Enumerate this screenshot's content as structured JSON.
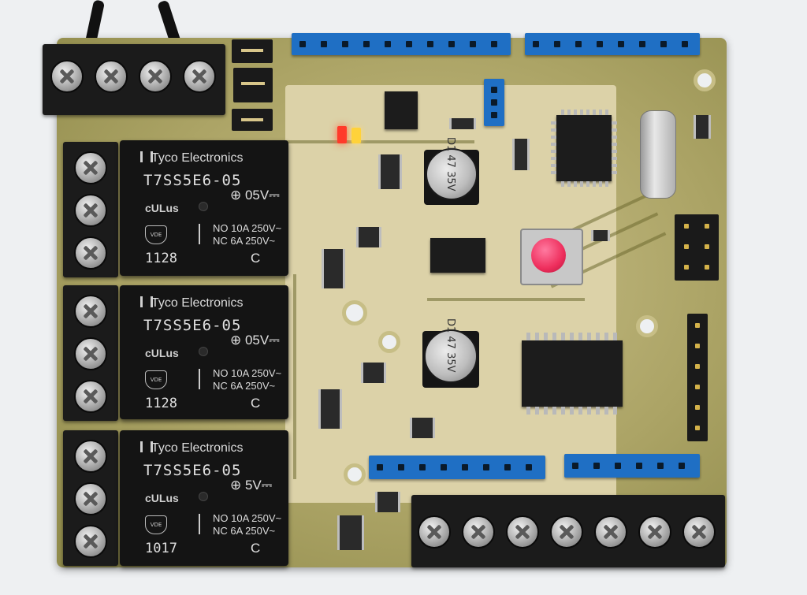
{
  "relays": [
    {
      "brand": "Tyco Electronics",
      "model": "T7SS5E6-05",
      "cert": "cULus",
      "coil": "⊕ 05V⎓",
      "ratings": [
        "NO 10A 250V~",
        "NC 6A 250V~"
      ],
      "date": "1128",
      "suffix": "C",
      "vde": "VDE"
    },
    {
      "brand": "Tyco Electronics",
      "model": "T7SS5E6-05",
      "cert": "cULus",
      "coil": "⊕ 05V⎓",
      "ratings": [
        "NO 10A 250V~",
        "NC 6A 250V~"
      ],
      "date": "1128",
      "suffix": "C",
      "vde": "VDE"
    },
    {
      "brand": "Tyco Electronics",
      "model": "T7SS5E6-05",
      "cert": "cULus",
      "coil": "⊕ 5V⎓",
      "ratings": [
        "NO 10A 250V~",
        "NC 6A 250V~"
      ],
      "date": "1017",
      "suffix": "C",
      "vde": "VDE"
    }
  ],
  "capacitors": [
    {
      "label": "D1 47 35V"
    },
    {
      "label": "D1 47 35V"
    }
  ],
  "colors": {
    "board": "#aca466",
    "header_blue": "#1f6fc4",
    "button_red": "#ee2e5c",
    "led_red": "#ff3a2a",
    "led_yellow": "#ffd23a"
  }
}
